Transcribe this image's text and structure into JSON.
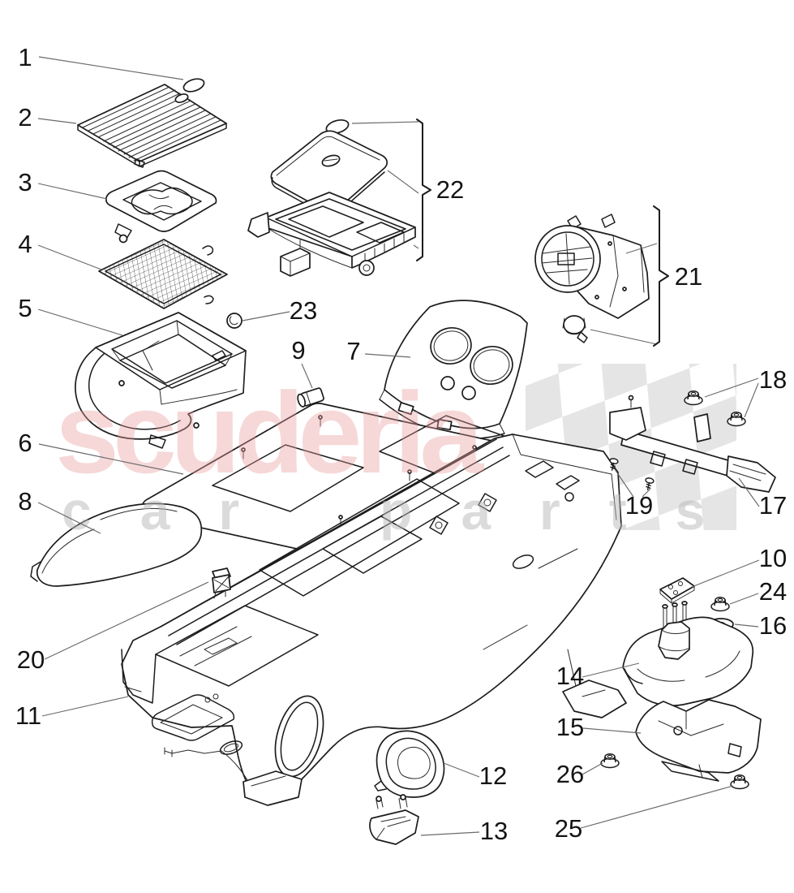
{
  "watermark": {
    "brand": "scuderia",
    "sub_word_1": "car",
    "sub_word_2": "parts",
    "brand_color": "#e89a9a",
    "sub_color": "#b9b9b9",
    "checker_color": "#e2e2e2"
  },
  "callouts": [
    "1",
    "2",
    "3",
    "4",
    "5",
    "6",
    "7",
    "8",
    "9",
    "10",
    "11",
    "12",
    "13",
    "14",
    "15",
    "16",
    "17",
    "18",
    "19",
    "20",
    "21",
    "22",
    "23",
    "24",
    "25",
    "26"
  ]
}
